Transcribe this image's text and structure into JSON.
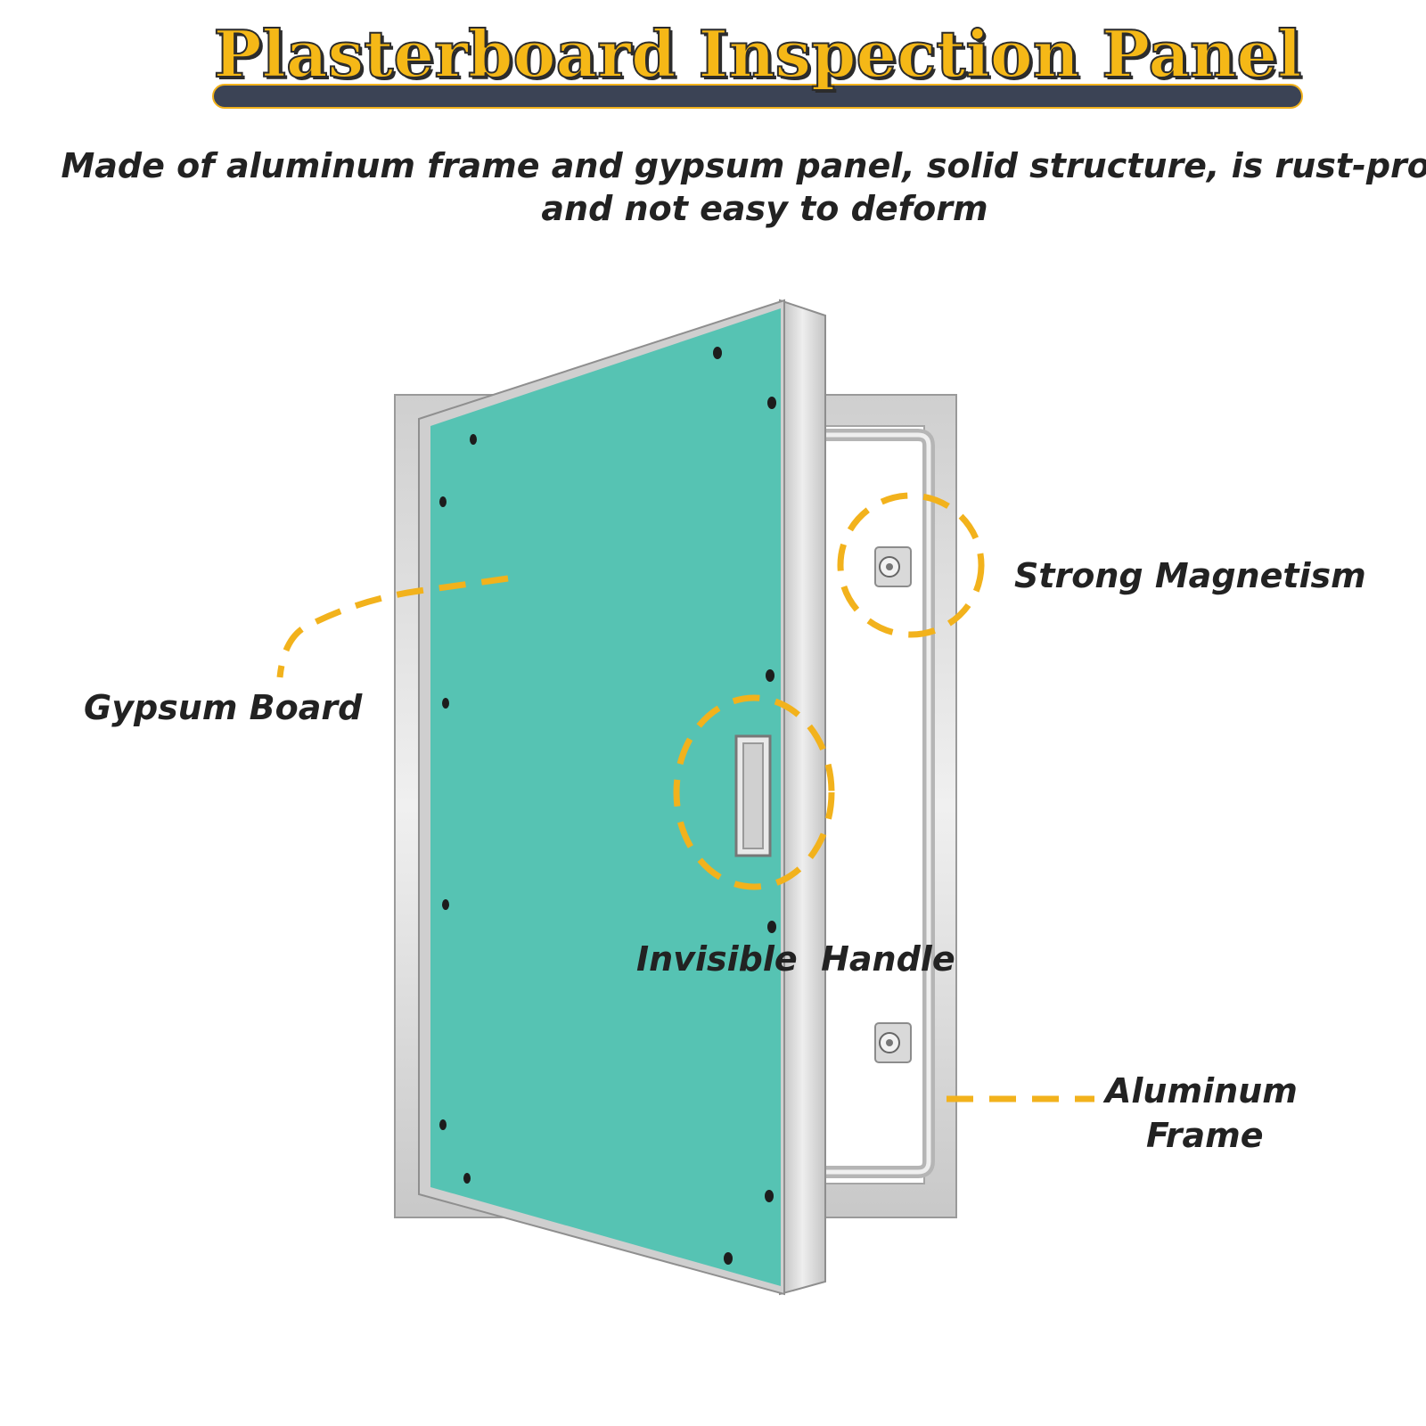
{
  "header": {
    "title": "Plasterboard Inspection Panel",
    "subtitle_line1": "Made of aluminum frame and gypsum panel, solid structure, is rust-proof",
    "subtitle_line2": "and not easy to deform"
  },
  "callouts": {
    "gypsum_board": "Gypsum Board",
    "strong_magnetism": "Strong Magnetism",
    "invisible_handle": "Invisible  Handle",
    "aluminum_frame_line1": "Aluminum",
    "aluminum_frame_line2": "Frame"
  },
  "colors": {
    "accent": "#f5b817",
    "banner": "#3b4355",
    "gypsum": "#55c4b4",
    "aluminum": "#d8d8d8",
    "text": "#222222"
  },
  "icons": {
    "handle": "recessed-handle-icon",
    "magnet": "magnet-catch-icon"
  }
}
